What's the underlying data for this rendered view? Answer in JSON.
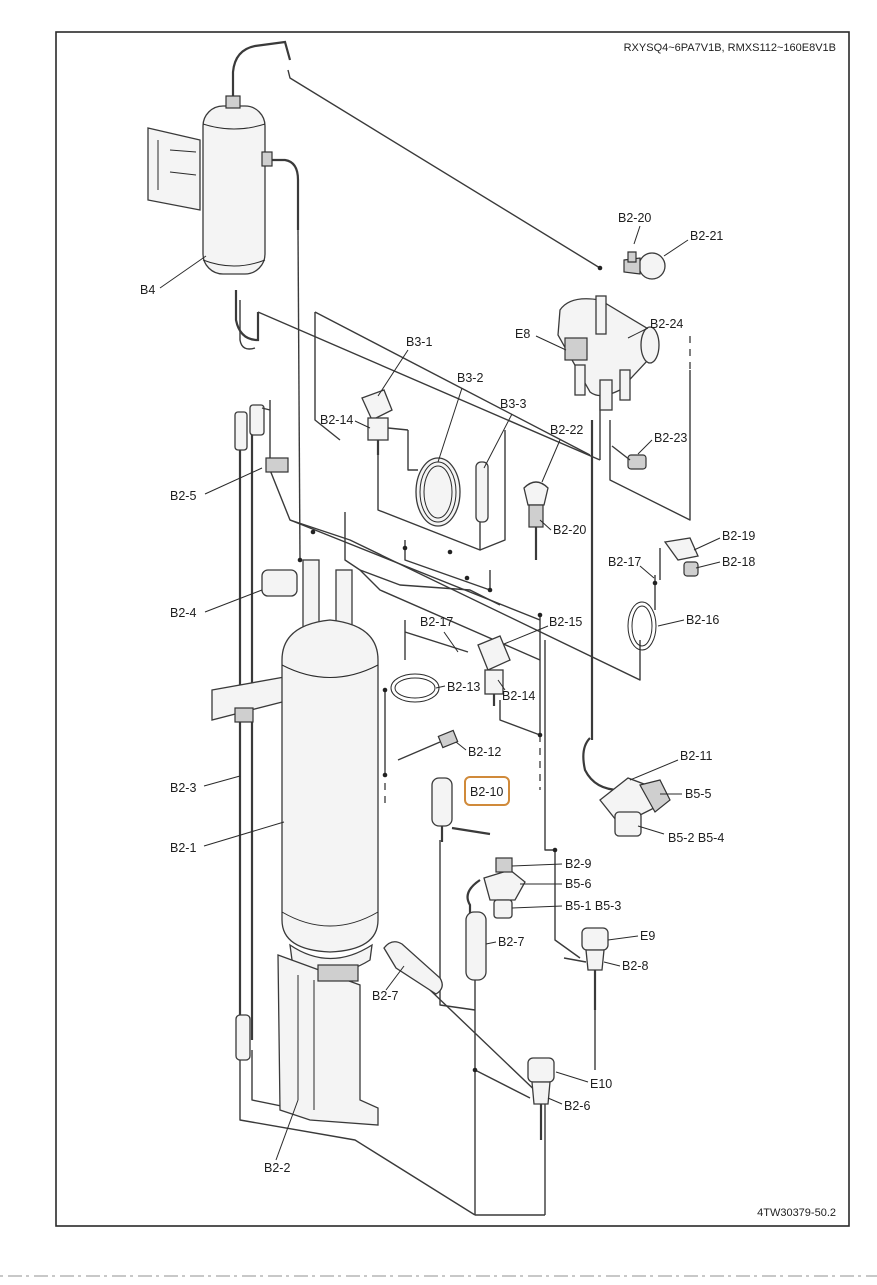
{
  "header": {
    "models": "RXYSQ4~6PA7V1B, RMXS112~160E8V1B"
  },
  "footer": {
    "drawing_number": "4TW30379-50.2"
  },
  "labels": {
    "b2_20_top": "B2-20",
    "b2_21": "B2-21",
    "b4": "B4",
    "e8": "E8",
    "b2_24": "B2-24",
    "b3_1": "B3-1",
    "b3_2": "B3-2",
    "b3_3": "B3-3",
    "b2_14_top": "B2-14",
    "b2_22": "B2-22",
    "b2_23": "B2-23",
    "b2_5": "B2-5",
    "b2_20_mid": "B2-20",
    "b2_19": "B2-19",
    "b2_17_right": "B2-17",
    "b2_18": "B2-18",
    "b2_4": "B2-4",
    "b2_17_mid": "B2-17",
    "b2_15": "B2-15",
    "b2_16": "B2-16",
    "b2_13": "B2-13",
    "b2_14_mid": "B2-14",
    "b2_12": "B2-12",
    "b2_11": "B2-11",
    "b2_3": "B2-3",
    "b2_10": "B2-10",
    "b5_5": "B5-5",
    "b5_2_b5_4": "B5-2  B5-4",
    "b2_1": "B2-1",
    "b2_9": "B2-9",
    "b5_6": "B5-6",
    "b5_1_b5_3": "B5-1  B5-3",
    "e9": "E9",
    "b2_7_right": "B2-7",
    "b2_8": "B2-8",
    "b2_7_left": "B2-7",
    "e10": "E10",
    "b2_6": "B2-6",
    "b2_2": "B2-2"
  },
  "highlight": {
    "color": "#d08a3a",
    "target": "B2-10"
  }
}
